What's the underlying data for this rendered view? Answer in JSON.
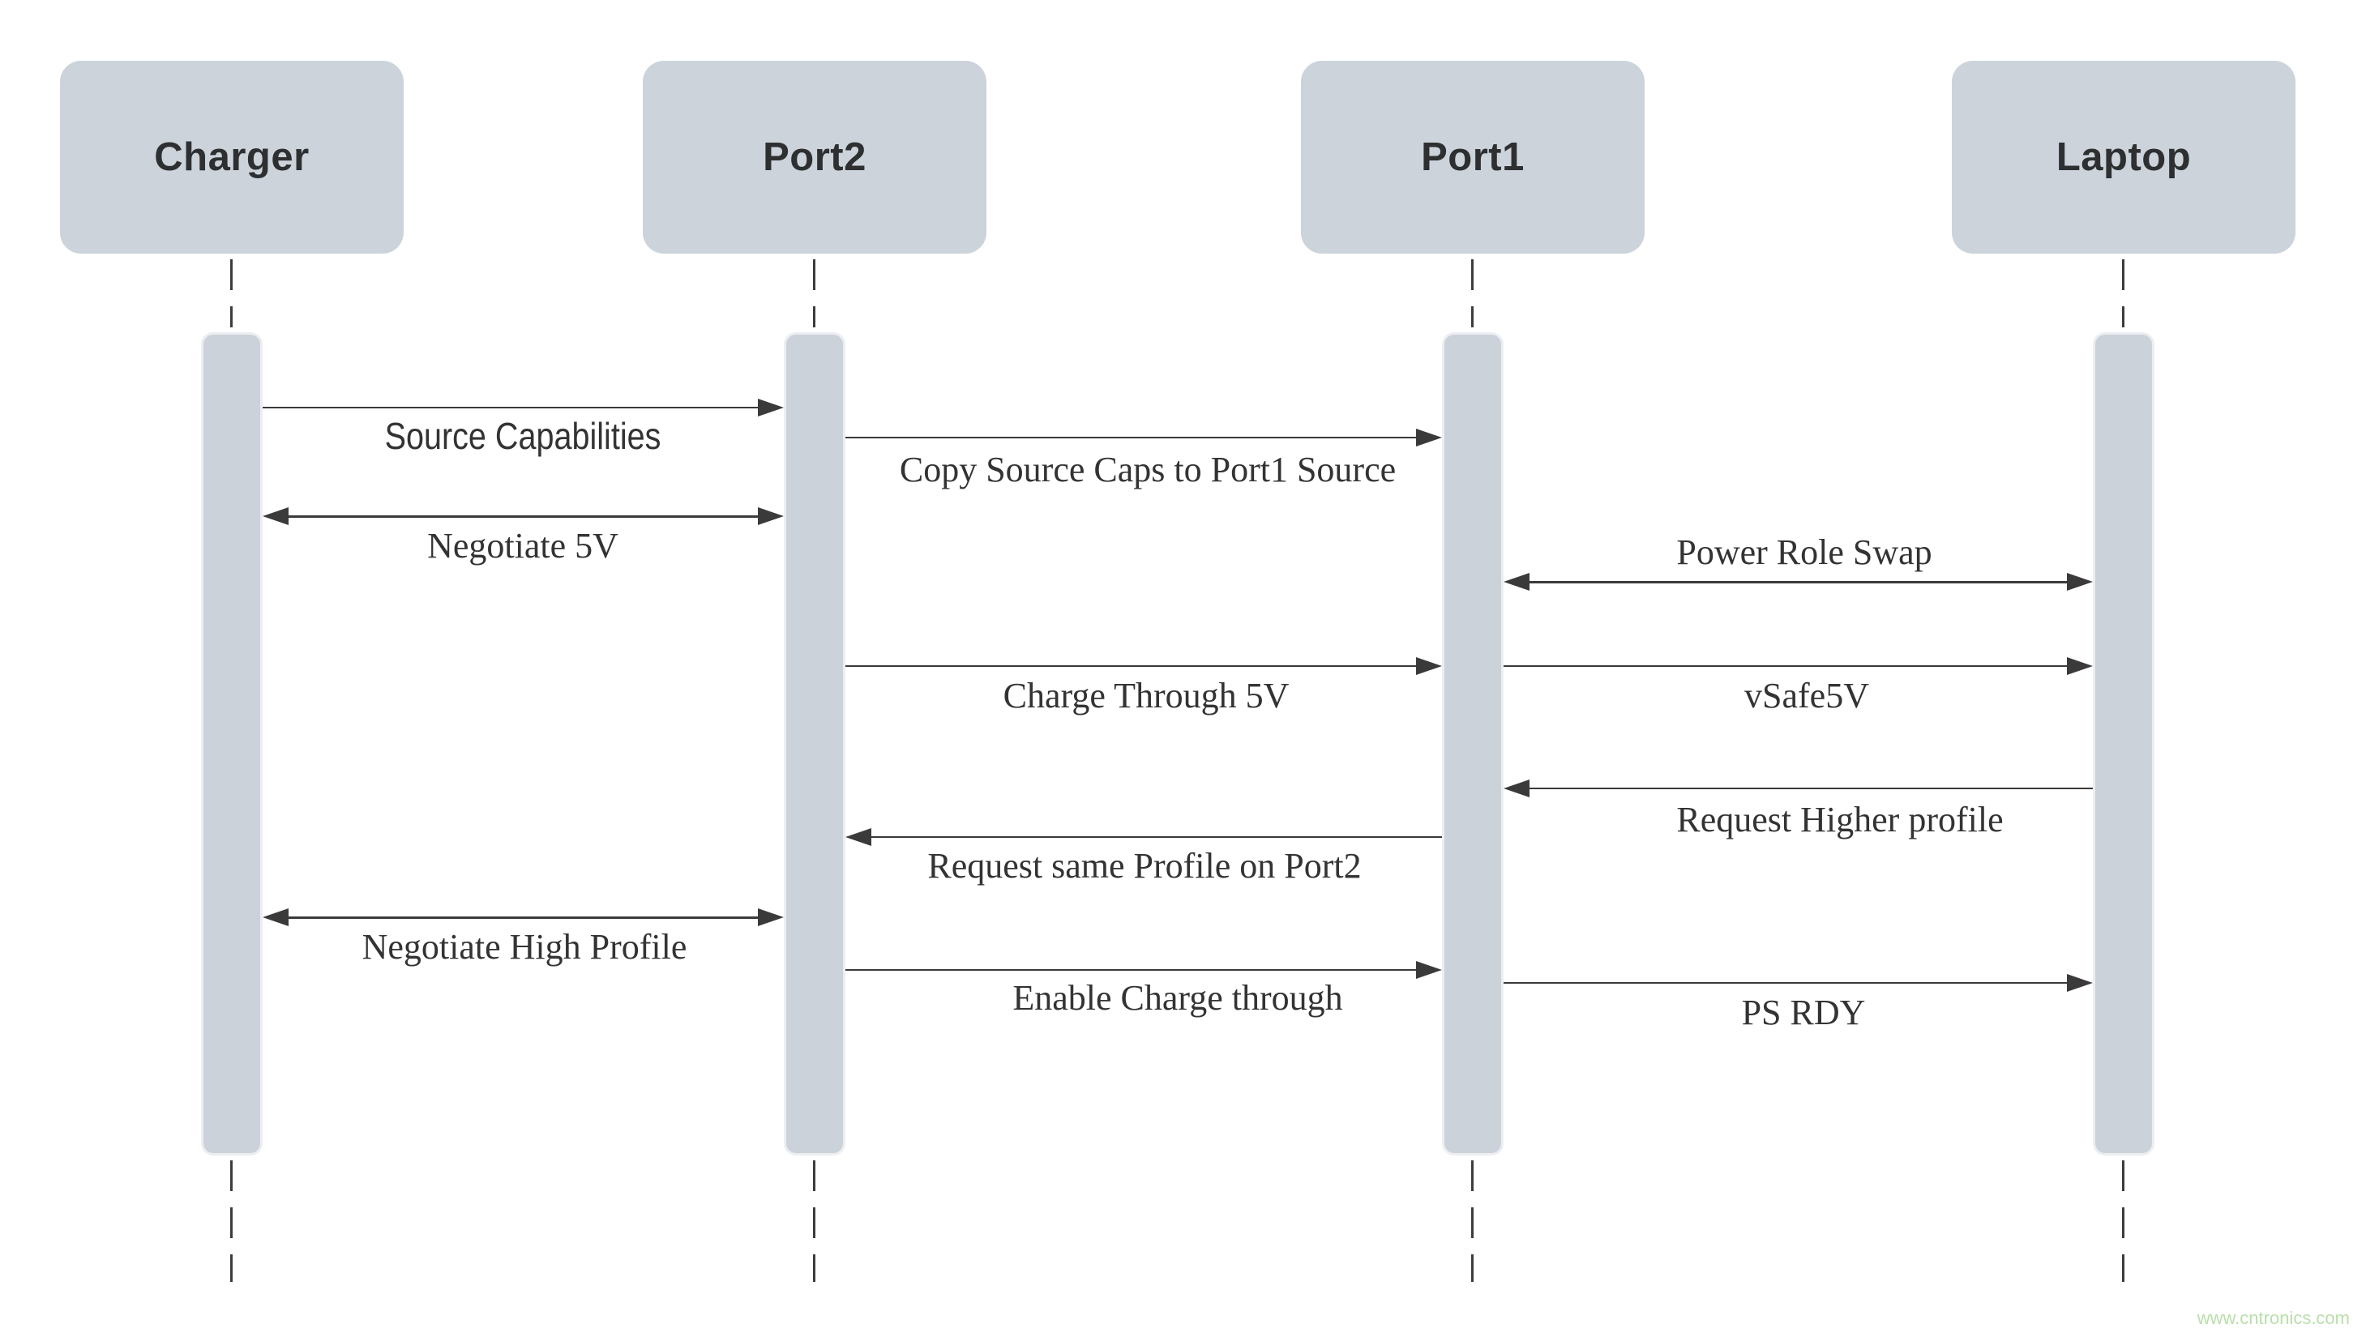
{
  "diagram": {
    "type": "sequence-diagram",
    "actors": [
      {
        "id": "charger",
        "label": "Charger"
      },
      {
        "id": "port2",
        "label": "Port2"
      },
      {
        "id": "port1",
        "label": "Port1"
      },
      {
        "id": "laptop",
        "label": "Laptop"
      }
    ],
    "messages": [
      {
        "label": "Source Capabilities",
        "from": "Charger",
        "to": "Port2",
        "arrow": "single-right"
      },
      {
        "label": "Copy Source Caps to Port1 Source",
        "from": "Port2",
        "to": "Port1",
        "arrow": "single-right"
      },
      {
        "label": "Negotiate 5V",
        "from": "Charger",
        "to": "Port2",
        "arrow": "bidirectional"
      },
      {
        "label": "Power Role Swap",
        "from": "Port1",
        "to": "Laptop",
        "arrow": "bidirectional"
      },
      {
        "label": "Charge Through 5V",
        "from": "Port2",
        "to": "Port1",
        "arrow": "single-right"
      },
      {
        "label": "vSafe5V",
        "from": "Port1",
        "to": "Laptop",
        "arrow": "single-right"
      },
      {
        "label": "Request Higher profile",
        "from": "Laptop",
        "to": "Port1",
        "arrow": "single-left"
      },
      {
        "label": "Request same Profile on Port2",
        "from": "Port1",
        "to": "Port2",
        "arrow": "single-left"
      },
      {
        "label": "Negotiate High Profile",
        "from": "Charger",
        "to": "Port2",
        "arrow": "bidirectional"
      },
      {
        "label": "Enable Charge through",
        "from": "Port2",
        "to": "Port1",
        "arrow": "single-right"
      },
      {
        "label": "PS RDY",
        "from": "Port1",
        "to": "Laptop",
        "arrow": "single-right"
      }
    ],
    "watermark": {
      "text": "www.cntronics.com"
    },
    "colors": {
      "background": "#ffffff",
      "actor_fill": "#ccd3db",
      "activation_fill": "#ccd2d9",
      "line": "#3a3a3a",
      "label_text": "#333333",
      "actor_text": "#2d2f31",
      "watermark": "#b9dfab"
    }
  }
}
